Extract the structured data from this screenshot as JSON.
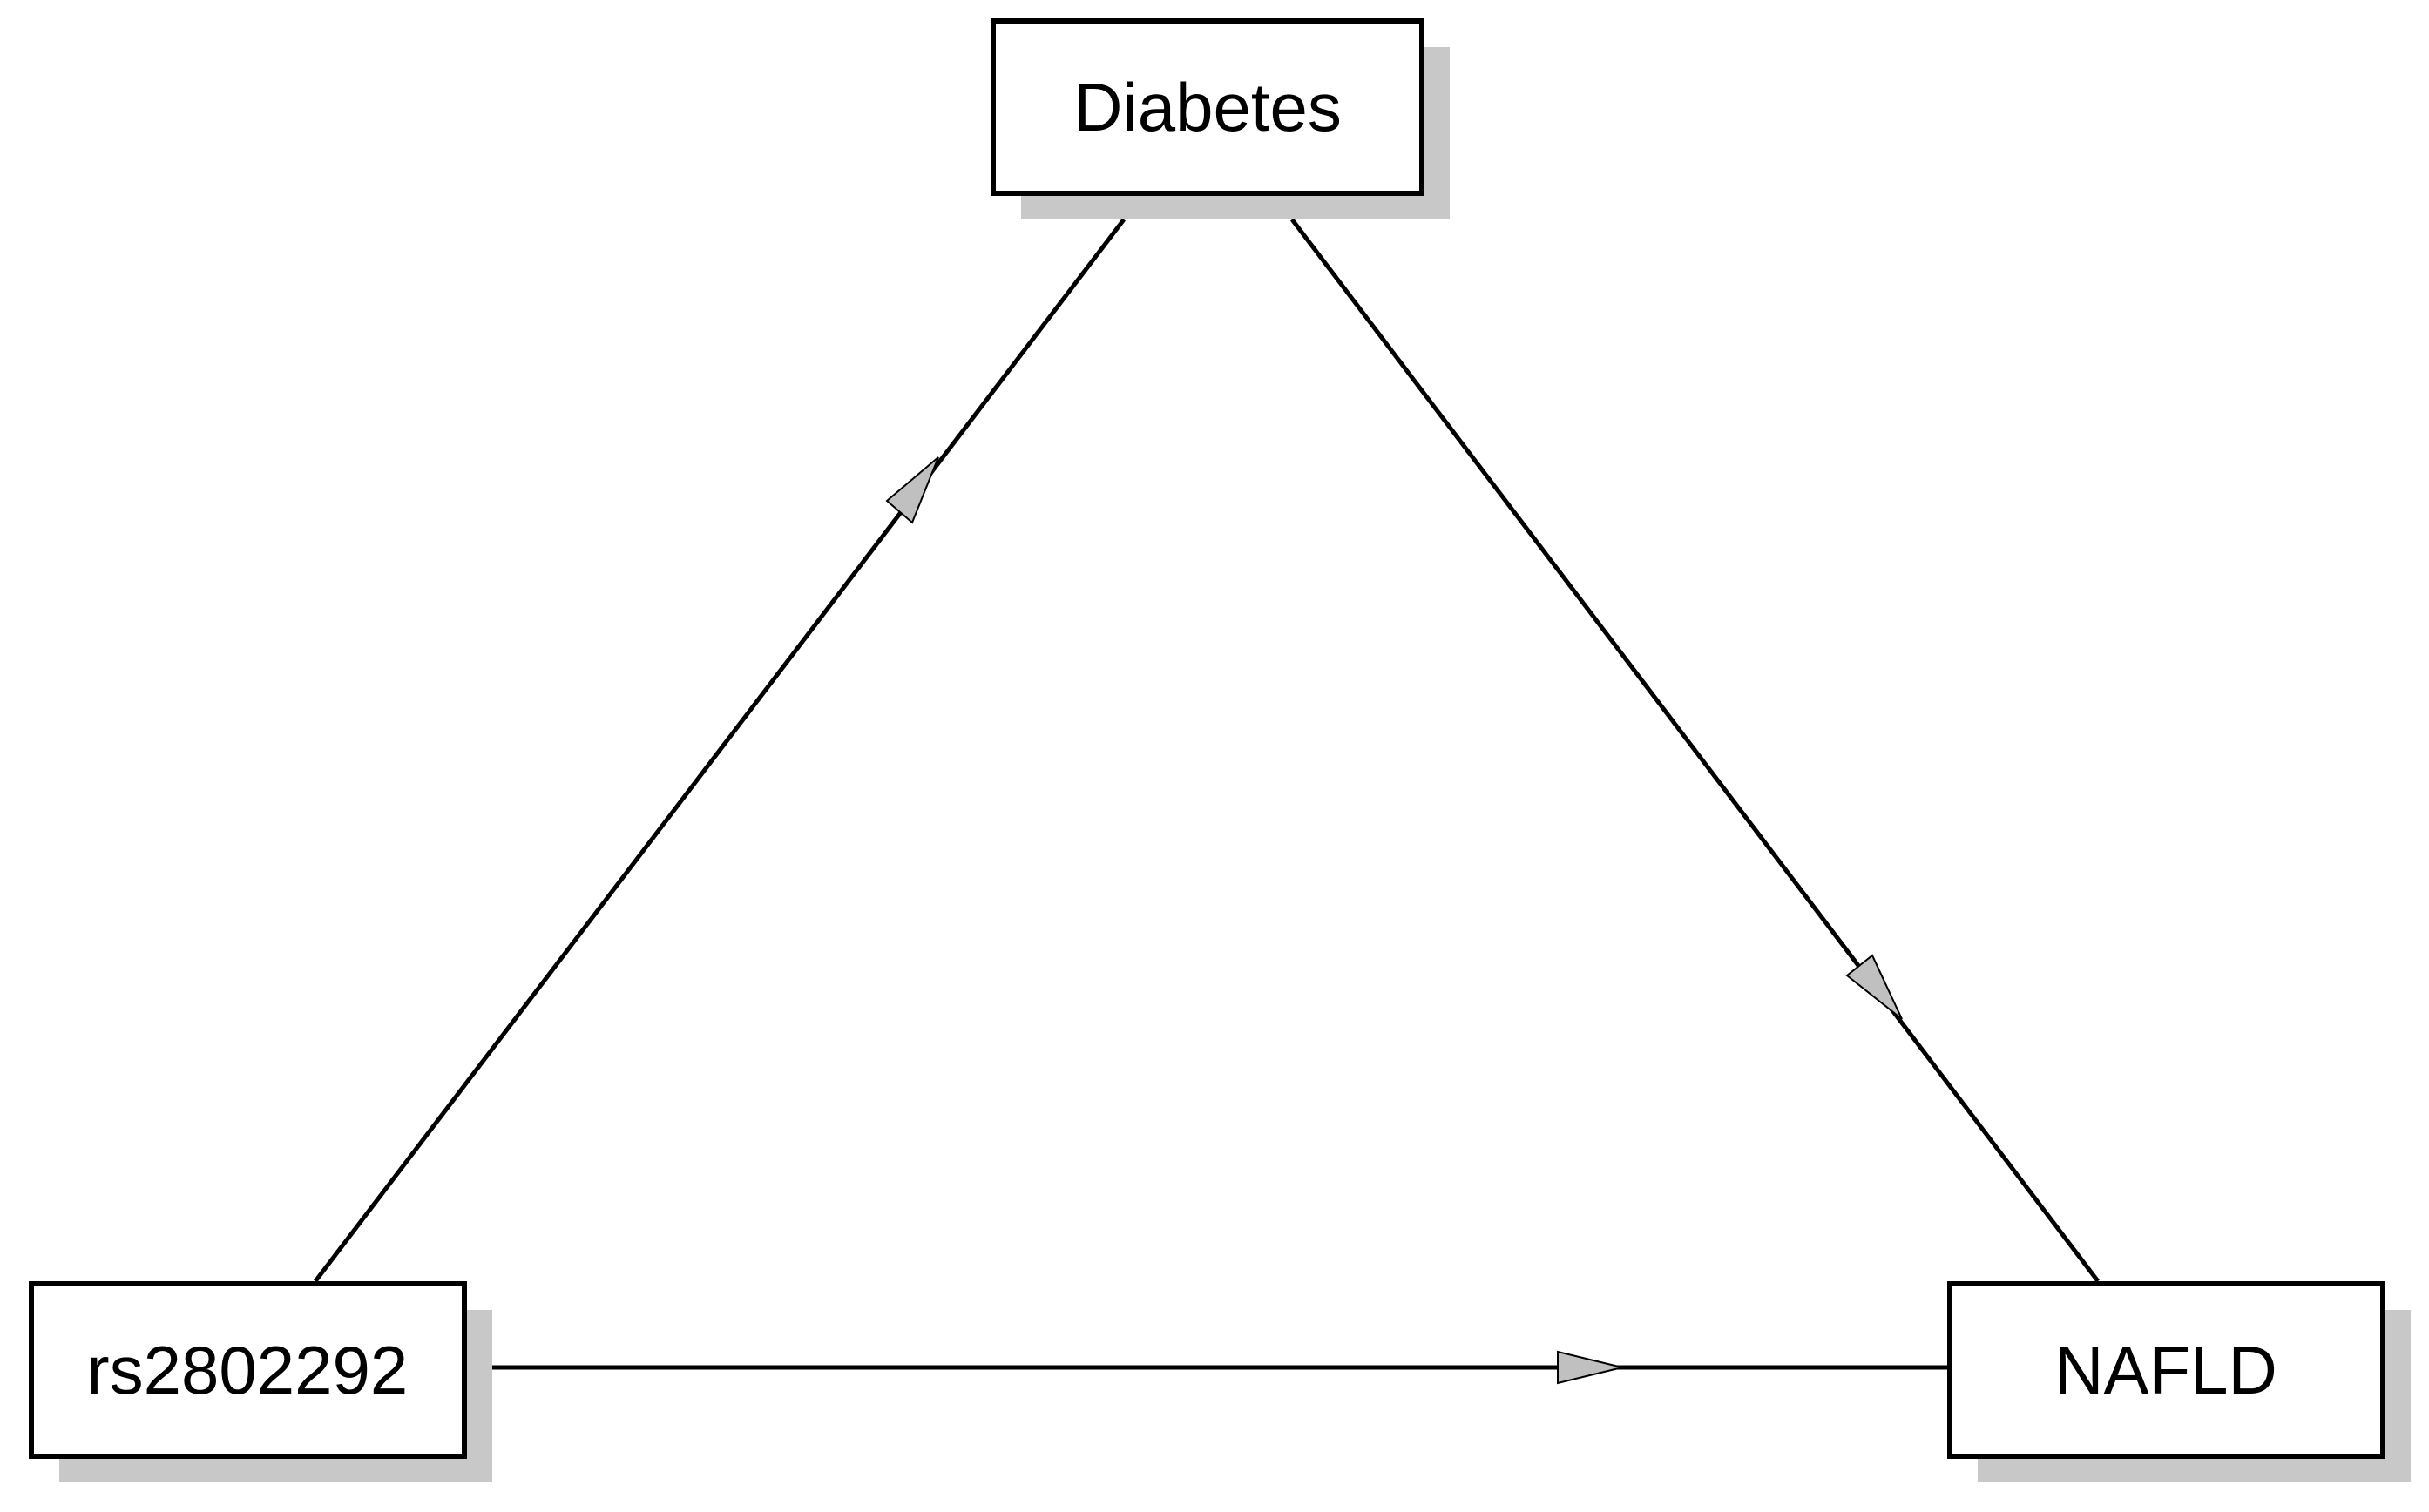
{
  "nodes": {
    "diabetes": {
      "label": "Diabetes"
    },
    "snp": {
      "label": "rs2802292"
    },
    "nafld": {
      "label": "NAFLD"
    }
  },
  "edges": [
    {
      "from": "rs2802292",
      "to": "Diabetes"
    },
    {
      "from": "Diabetes",
      "to": "NAFLD"
    },
    {
      "from": "rs2802292",
      "to": "NAFLD"
    }
  ],
  "colors": {
    "stroke": "#000000",
    "shadow": "#c8c8c8",
    "arrowhead": "#c0c0c0",
    "box_fill": "#ffffff"
  }
}
